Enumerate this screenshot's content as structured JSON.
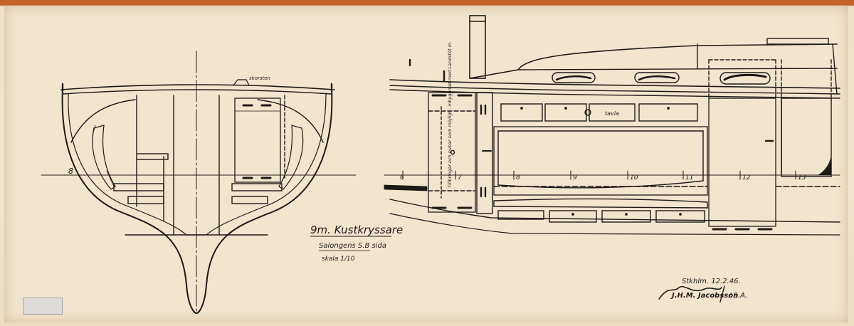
{
  "drawing": {
    "title": "9m. Kustkryssare",
    "subtitle": "Salongens S.B sida",
    "scale": "skala 1/10",
    "place_date": "Stkhlm. 12.2.46.",
    "signature": "J.H.M. Jacobsson",
    "signature_suffix": "/ S.A."
  },
  "section_view": {
    "frame_number": "8",
    "label_top": "skorsten"
  },
  "profile_view": {
    "frame_numbers": [
      "6",
      "7",
      "8",
      "9",
      "10",
      "11",
      "12",
      "13"
    ],
    "panel_label": "tavla",
    "vertical_note": "Tillbringar och pubar som möjligt - inbyggnad med Landstöt m."
  },
  "colors": {
    "ink": "#1d1a17",
    "paper": "#f2e5ce",
    "edge": "#c4612c"
  }
}
